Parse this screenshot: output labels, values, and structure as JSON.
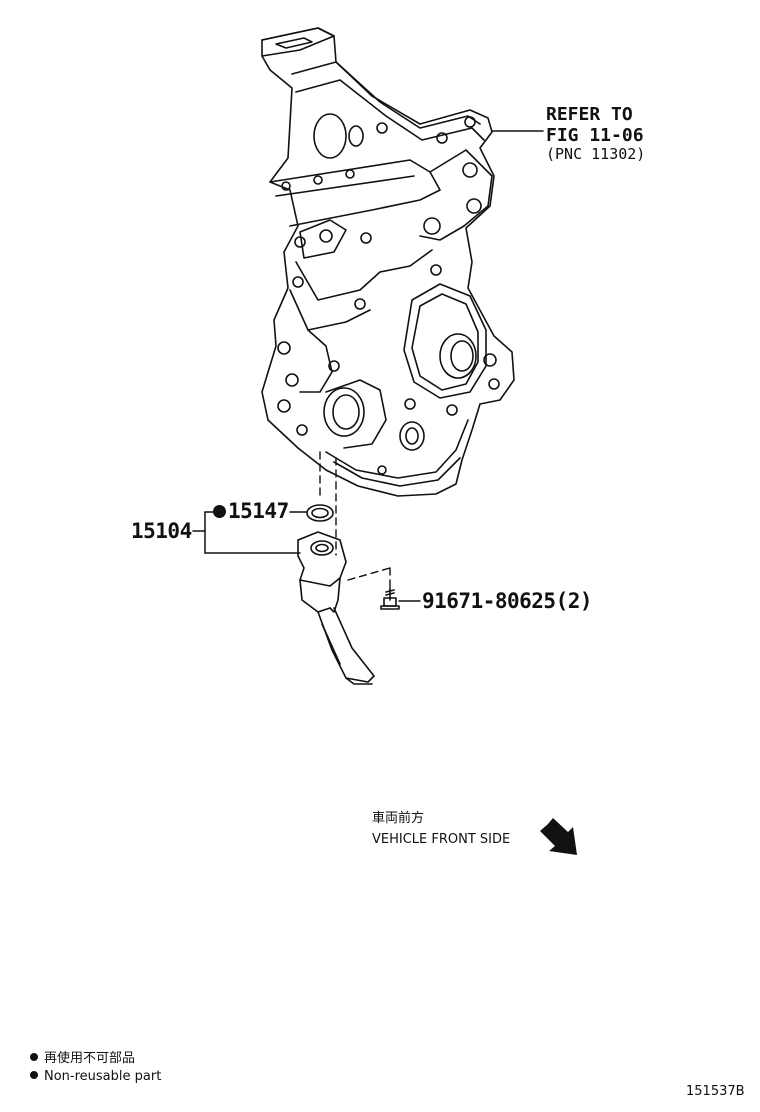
{
  "reference": {
    "line1": "REFER TO",
    "line2": "FIG 11-06",
    "line3": "(PNC 11302)"
  },
  "parts": {
    "assembly": "15104",
    "gasket": "15147",
    "bolt": "91671-80625(2)"
  },
  "direction": {
    "jp": "車両前方",
    "en": "VEHICLE FRONT SIDE"
  },
  "legend": {
    "jp": "再使用不可部品",
    "en": "Non-reusable part"
  },
  "figure_id": "151537B"
}
